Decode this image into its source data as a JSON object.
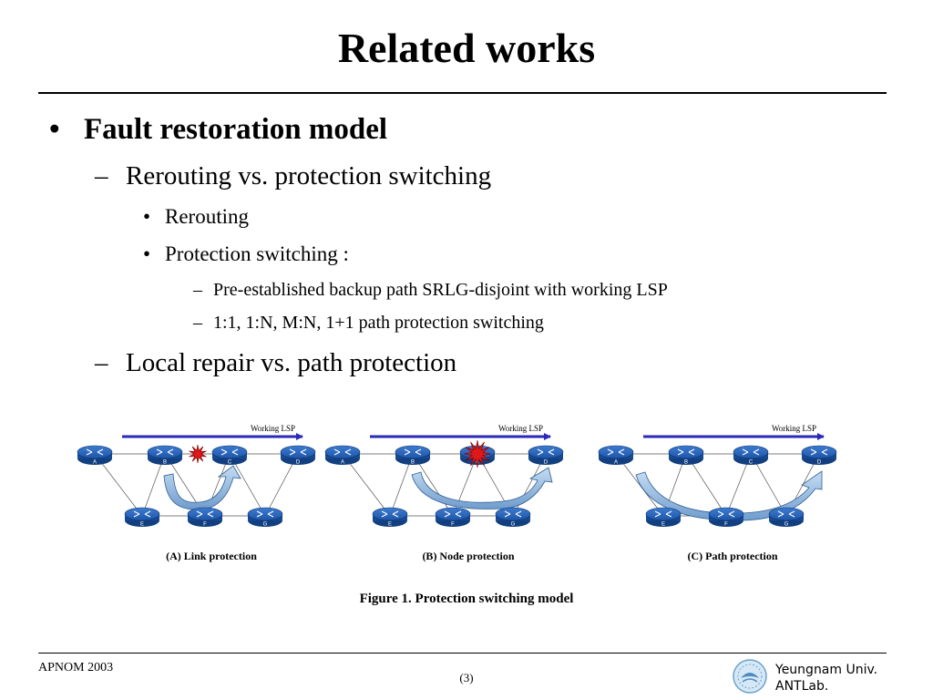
{
  "slide": {
    "title": "Related works",
    "bullet": "Fault restoration model",
    "sub1": "Rerouting vs. protection switching",
    "item_rerouting": "Rerouting",
    "item_protection": "Protection switching :",
    "detail1": "Pre-established backup path SRLG-disjoint with working LSP",
    "detail2": "1:1, 1:N, M:N, 1+1 path protection switching",
    "sub2": "Local repair vs. path protection",
    "bullet_symbol": "•",
    "dash_symbol": "–"
  },
  "figure": {
    "working_lsp_label": "Working LSP",
    "panels": [
      {
        "caption": "(A) Link protection",
        "fault": "link"
      },
      {
        "caption": "(B) Node protection",
        "fault": "node"
      },
      {
        "caption": "(C) Path protection",
        "fault": "none"
      }
    ],
    "nodes": [
      "A",
      "B",
      "C",
      "D",
      "E",
      "F",
      "G"
    ],
    "caption": "Figure 1. Protection switching model",
    "colors": {
      "router": "#1e56a8",
      "arrow": "#2a2ab8",
      "backup": "#8fb6dc",
      "fault": "#e01818"
    }
  },
  "footer": {
    "conference": "APNOM 2003",
    "page_number": "(3)",
    "org_line1": "Yeungnam Univ.",
    "org_line2": "ANTLab."
  }
}
